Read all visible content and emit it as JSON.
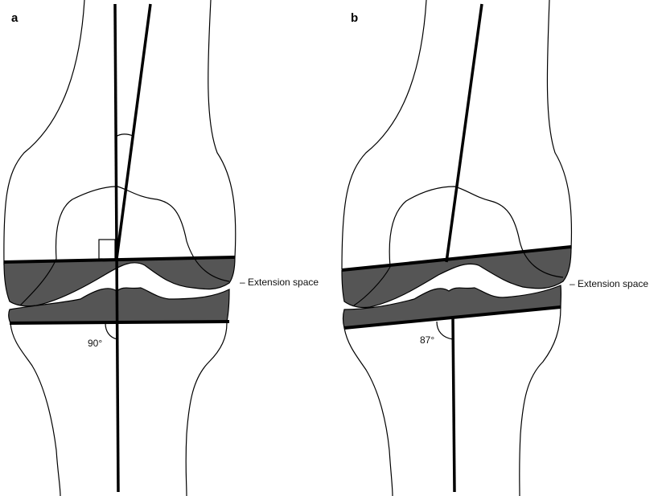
{
  "panels": [
    {
      "letter": "a",
      "annotation": "– Extension space",
      "angle_label": "90°"
    },
    {
      "letter": "b",
      "annotation": "– Extension space",
      "angle_label": "87°"
    }
  ],
  "colors": {
    "resected_bone": "#555555",
    "outline": "#000000",
    "background": "#ffffff"
  }
}
